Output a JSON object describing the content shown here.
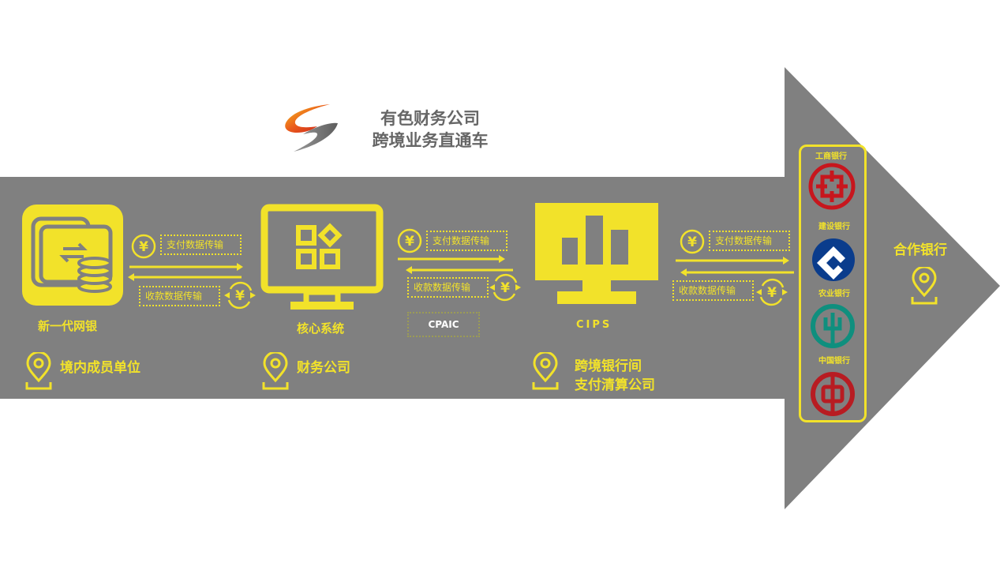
{
  "header": {
    "title_line1": "有色财务公司",
    "title_line2": "跨境业务直通车"
  },
  "nodes": {
    "online_bank": "新一代网银",
    "core_system": "核心系统",
    "cips": "CIPS",
    "cpaic": "CPAIC"
  },
  "locations": {
    "domestic_members": "境内成员单位",
    "finance_company": "财务公司",
    "clearing_line1": "跨境银行间",
    "clearing_line2": "支付清算公司",
    "partner_banks": "合作银行"
  },
  "flows": {
    "pay": "支付数据传输",
    "collect": "收款数据传输",
    "currency_symbol": "¥"
  },
  "banks": [
    "工商银行",
    "建设银行",
    "农业银行",
    "中国银行"
  ],
  "colors": {
    "arrow": "#808080",
    "accent": "#f2e22a",
    "icbc": "#c7161d",
    "ccb": "#0a3c8c",
    "abc": "#0f8f7e",
    "boc": "#b81c22"
  }
}
